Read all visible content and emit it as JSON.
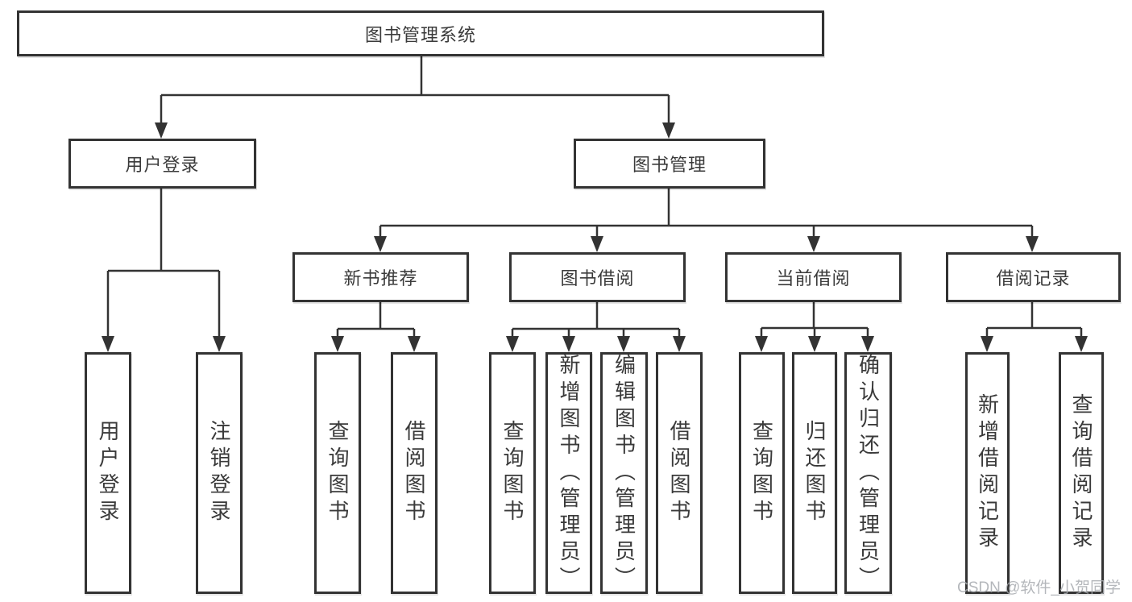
{
  "tree": {
    "root": {
      "label": "图书管理系统"
    },
    "children": [
      {
        "label": "用户登录",
        "children": [
          {
            "label": "用户登录"
          },
          {
            "label": "注销登录"
          }
        ]
      },
      {
        "label": "图书管理",
        "children": [
          {
            "label": "新书推荐",
            "children": [
              {
                "label": "查询图书"
              },
              {
                "label": "借阅图书"
              }
            ]
          },
          {
            "label": "图书借阅",
            "children": [
              {
                "label": "查询图书"
              },
              {
                "label": "新增图书（管理员）"
              },
              {
                "label": "编辑图书（管理员）"
              },
              {
                "label": "借阅图书"
              }
            ]
          },
          {
            "label": "当前借阅",
            "children": [
              {
                "label": "查询图书"
              },
              {
                "label": "归还图书"
              },
              {
                "label": "确认归还（管理员）"
              }
            ]
          },
          {
            "label": "借阅记录",
            "children": [
              {
                "label": "新增借阅记录"
              },
              {
                "label": "查询借阅记录"
              }
            ]
          }
        ]
      }
    ]
  },
  "watermark": {
    "text": "CSDN @软件_小贺同学"
  },
  "colors": {
    "line": "#333333",
    "text": "#3a3a3a",
    "background": "#ffffff",
    "watermark": "#a8abb0"
  }
}
